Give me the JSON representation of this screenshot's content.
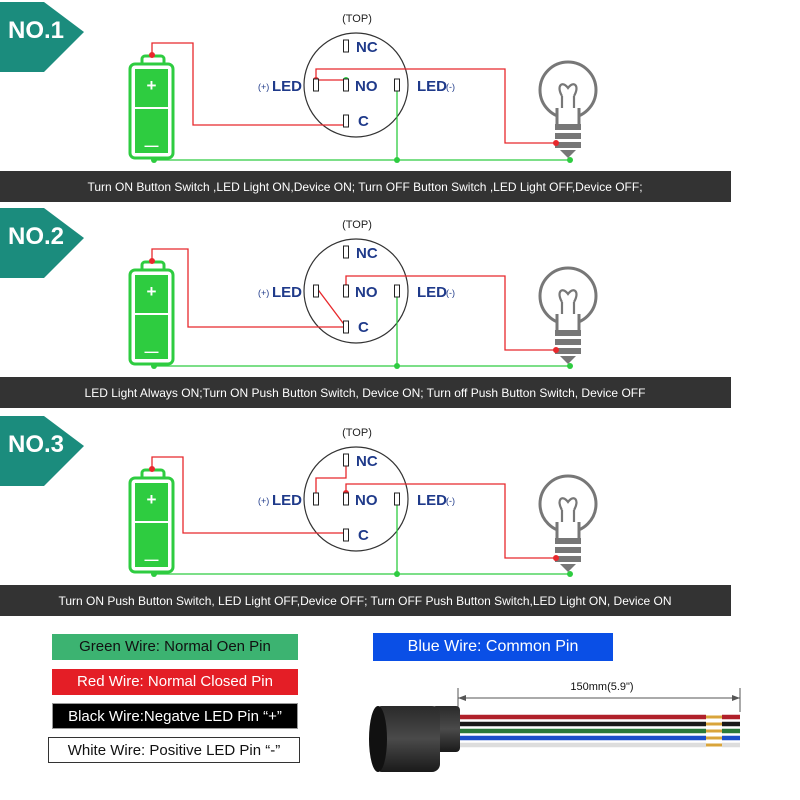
{
  "sections": [
    {
      "number": "NO.1",
      "top": "(TOP)",
      "pins": {
        "nc": "NC",
        "no": "NO",
        "c": "C"
      },
      "led_left": "LED",
      "led_left_sign": "(+)",
      "led_right": "LED",
      "led_right_sign": "(-)",
      "battery_plus": "+",
      "battery_minus": "—",
      "caption": "Turn ON Button Switch ,LED Light ON,Device ON;   Turn OFF Button Switch ,LED Light OFF,Device OFF;"
    },
    {
      "number": "NO.2",
      "top": "(TOP)",
      "pins": {
        "nc": "NC",
        "no": "NO",
        "c": "C"
      },
      "led_left": "LED",
      "led_left_sign": "(+)",
      "led_right": "LED",
      "led_right_sign": "(-)",
      "battery_plus": "+",
      "battery_minus": "—",
      "caption": "LED Light Always ON;Turn ON Push Button Switch, Device ON;   Turn off Push Button Switch, Device OFF"
    },
    {
      "number": "NO.3",
      "top": "(TOP)",
      "pins": {
        "nc": "NC",
        "no": "NO",
        "c": "C"
      },
      "led_left": "LED",
      "led_left_sign": "(+)",
      "led_right": "LED",
      "led_right_sign": "(-)",
      "battery_plus": "+",
      "battery_minus": "—",
      "caption": "Turn ON Push Button Switch, LED Light OFF,Device OFF;  Turn OFF  Push Button Switch,LED Light ON, Device ON"
    }
  ],
  "legend": {
    "green": "Green Wire: Normal Oen Pin",
    "red": "Red Wire: Normal Closed Pin",
    "black": "Black Wire:Negatve LED Pin  “+”",
    "white": "White Wire: Positive LED Pin  “-”",
    "blue": "Blue Wire: Common Pin"
  },
  "cable_length": "150mm(5.9\")",
  "colors": {
    "teal": "#1b8c7d",
    "red_wire": "#e8282c",
    "green_wire": "#2ecc40",
    "navy_text": "#1f3a8a",
    "caption_bar": "#333333",
    "legend_green": "#3cb371",
    "legend_red": "#e41e26",
    "legend_blue": "#0a4fe6"
  }
}
